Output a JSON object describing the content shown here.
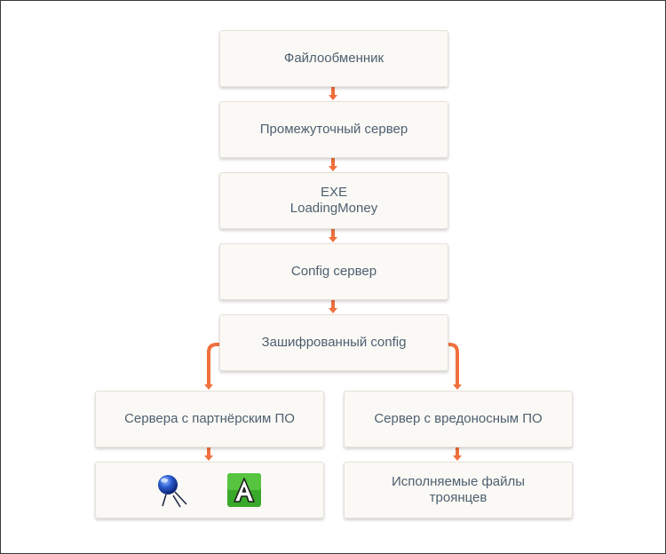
{
  "colors": {
    "arrow": "#f0703e",
    "box_bg": "#fbf9f5",
    "box_border": "#e6e1d8",
    "text": "#4d5f70"
  },
  "nodes": {
    "file_hosting": {
      "label": "Файлообменник"
    },
    "intermediate_server": {
      "label": "Промежуточный сервер"
    },
    "exe": {
      "line1": "EXE",
      "line2": "LoadingMoney"
    },
    "config_server": {
      "label": "Config сервер"
    },
    "encrypted_config": {
      "label": "Зашифрованный config"
    },
    "partner_servers": {
      "label": "Сервера с партнёрским ПО"
    },
    "malware_server": {
      "label": "Сервер с вредоносным ПО"
    },
    "partner_software": {
      "icons": [
        "satellite-logo-icon",
        "green-a-logo-icon"
      ]
    },
    "trojan_files": {
      "line1": "Исполняемые файлы",
      "line2": "троянцев"
    }
  }
}
